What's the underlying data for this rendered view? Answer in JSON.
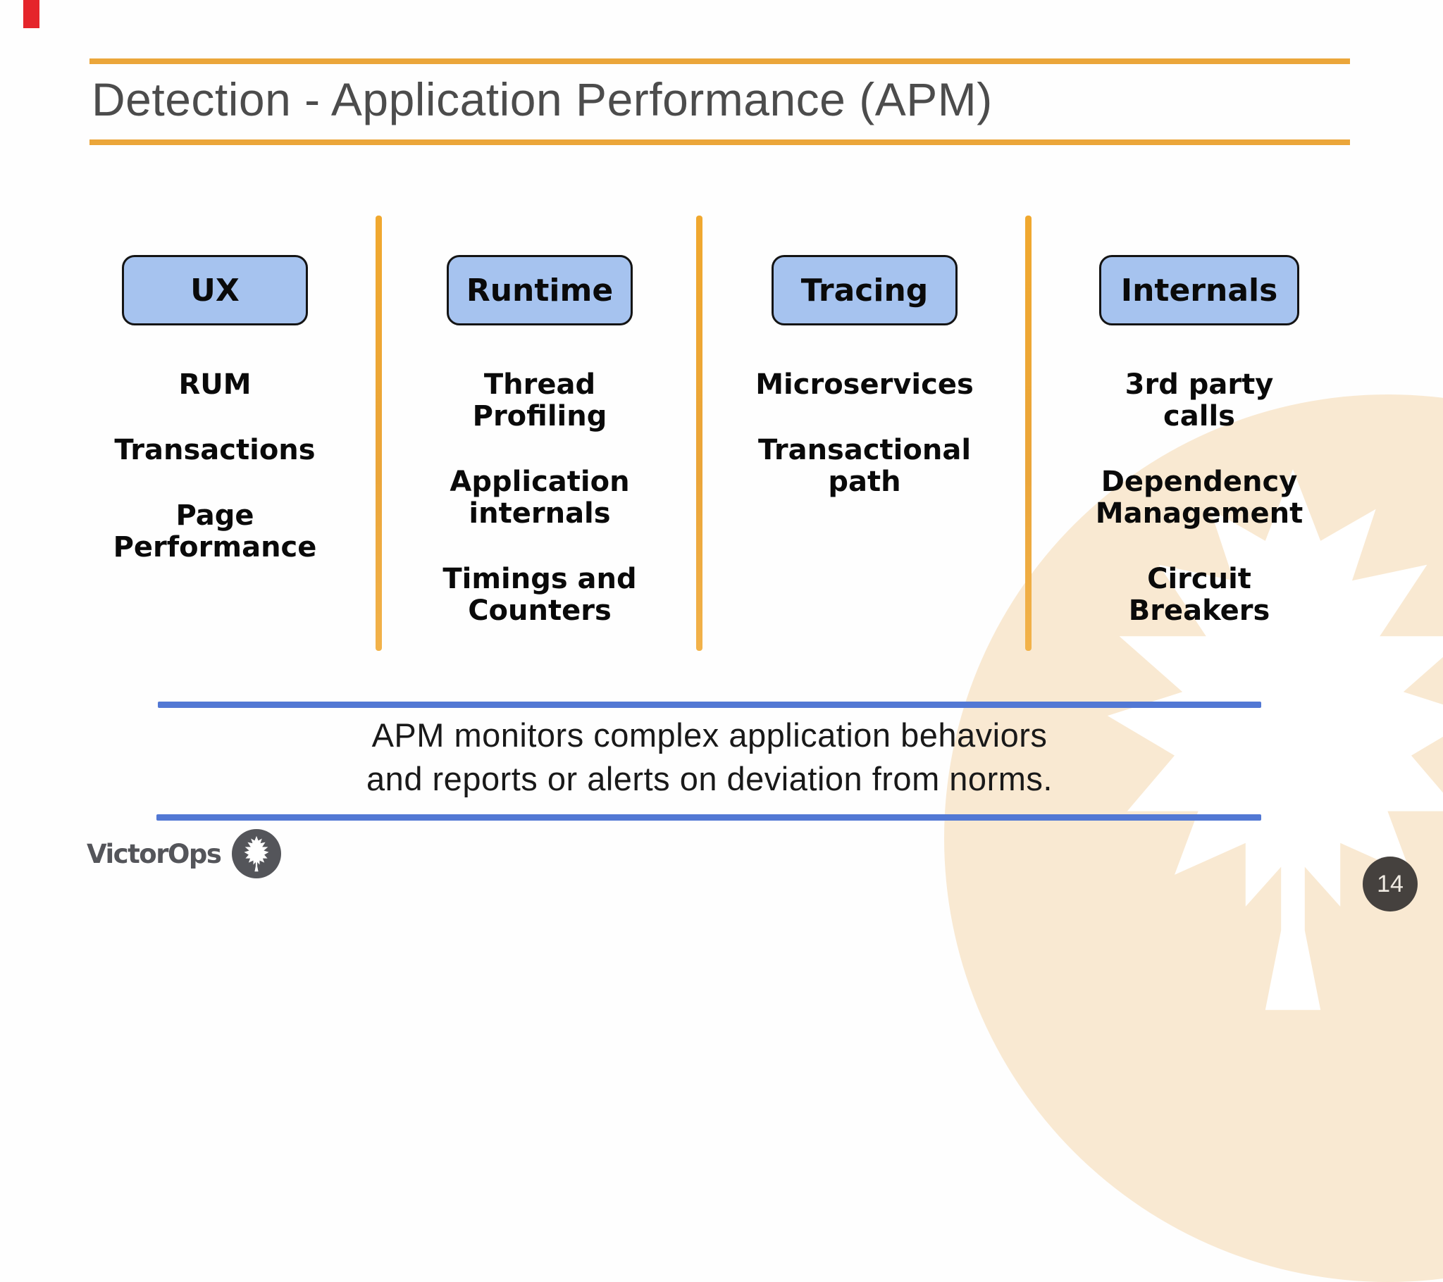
{
  "slide": {
    "title": "Detection - Application Performance (APM)",
    "caption": "APM monitors complex application behaviors\nand reports or alerts on deviation from norms.",
    "page_number": "14",
    "brand": "VictorOps"
  },
  "columns": [
    {
      "header": "UX",
      "items": [
        "RUM",
        "Transactions",
        "Page\nPerformance"
      ]
    },
    {
      "header": "Runtime",
      "items": [
        "Thread\nProfiling",
        "Application\ninternals",
        "Timings and\nCounters"
      ]
    },
    {
      "header": "Tracing",
      "items": [
        "Microservices",
        "Transactional\npath"
      ]
    },
    {
      "header": "Internals",
      "items": [
        "3rd party\ncalls",
        "Dependency\nManagement",
        "Circuit\nBreakers"
      ]
    }
  ],
  "icons": {
    "brand_leaf": "oak-leaf-icon",
    "watermark": "oak-leaf-watermark"
  },
  "colors": {
    "accent_orange": "#eba63a",
    "accent_blue": "#5278d4",
    "button_fill": "#a6c3ef",
    "button_border": "#141414",
    "cream": "#f9e9d2",
    "title_gray": "#4c4c4c",
    "brand_gray": "#54555a",
    "page_circle": "#45413e",
    "red_marker": "#e5252b"
  }
}
